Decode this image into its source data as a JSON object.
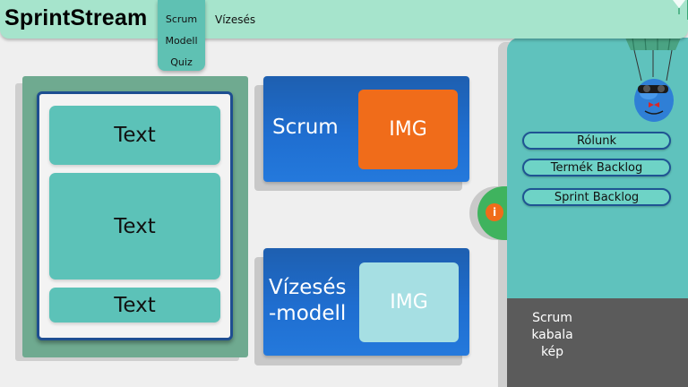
{
  "header": {
    "brand": "SprintStream",
    "nav": {
      "scrum": "Scrum",
      "modell": "Modell",
      "quiz": "Quiz",
      "vizeses": "Vízesés"
    }
  },
  "left_panel": {
    "text_boxes": [
      "Text",
      "Text",
      "Text"
    ]
  },
  "cards": {
    "scrum": {
      "title": "Scrum",
      "img": "IMG"
    },
    "vizeses": {
      "title_line1": "Vízesés",
      "title_line2": "-modell",
      "img": "IMG"
    }
  },
  "side_tab": {
    "info": "i"
  },
  "right_panel": {
    "buttons": [
      "Rólunk",
      "Termék Backlog",
      "Sprint Backlog"
    ],
    "caption_lines": [
      "Scrum",
      "kabala",
      "kép"
    ]
  },
  "colors": {
    "navbar": "#a6e4cc",
    "dropdown": "#5fc1b3",
    "card_blue": "#1f6ed0",
    "img_orange": "#f06c1a",
    "img_light": "#a6dfe3",
    "teal": "#5cc2b8",
    "dark_gray": "#5b5b5b"
  },
  "icons": {
    "corner": "balloon-icon",
    "mascot": "mascot-parachute-icon",
    "info": "info-icon"
  }
}
